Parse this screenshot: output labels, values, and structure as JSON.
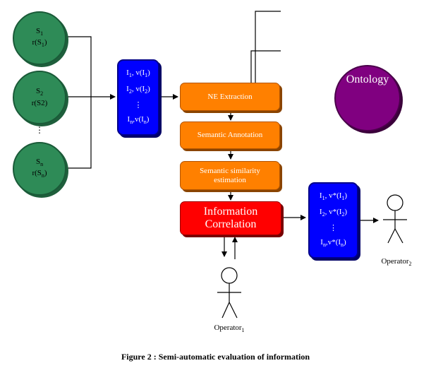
{
  "sources": {
    "s1": {
      "name": "S",
      "name_sub": "1",
      "rel": "r(S",
      "rel_sub": "1",
      "rel_end": ")"
    },
    "s2": {
      "name": "S",
      "name_sub": "2",
      "rel": "r(S2)"
    },
    "ellipsis": "⋮",
    "sn": {
      "name": "S",
      "name_sub": "n",
      "rel": "r(S",
      "rel_sub": "n",
      "rel_end": ")"
    }
  },
  "input_items": {
    "row1": {
      "a": "I",
      "a_sub": "1",
      "b": ", v(I",
      "b_sub": "1",
      "c": ")"
    },
    "row2": {
      "a": "I",
      "a_sub": "2",
      "b": ", v(I",
      "b_sub": "2",
      "c": ")"
    },
    "ellipsis": "⋮",
    "rown": {
      "a": "I",
      "a_sub": "n",
      "b": ",v(I",
      "b_sub": "n",
      "c": ")"
    }
  },
  "process": {
    "ne_extraction": "NE Extraction",
    "semantic_annotation": "Semantic Annotation",
    "similarity_line1": "Semantic similarity",
    "similarity_line2": "estimation",
    "correlation_line1": "Information",
    "correlation_line2": "Correlation"
  },
  "output_items": {
    "row1": {
      "a": "I",
      "a_sub": "1",
      "b": ", v*(I",
      "b_sub": "1",
      "c": ")"
    },
    "row2": {
      "a": "I",
      "a_sub": "2",
      "b": ", v*(I",
      "b_sub": "2",
      "c": ")"
    },
    "ellipsis": "⋮",
    "rown": {
      "a": "I",
      "a_sub": "n",
      "b": ",v*(I",
      "b_sub": "n",
      "c": ")"
    }
  },
  "ontology": {
    "label": "Ontology"
  },
  "operators": {
    "op1": {
      "name": "Operator",
      "sub": "1"
    },
    "op2": {
      "name": "Operator",
      "sub": "2"
    }
  },
  "caption": "Figure 2 : Semi-automatic evaluation of information",
  "colors": {
    "source": "#2e8b57",
    "items_box": "#0000ff",
    "process_box": "#ff8000",
    "correlation_box": "#ff0000",
    "ontology": "#800080"
  }
}
